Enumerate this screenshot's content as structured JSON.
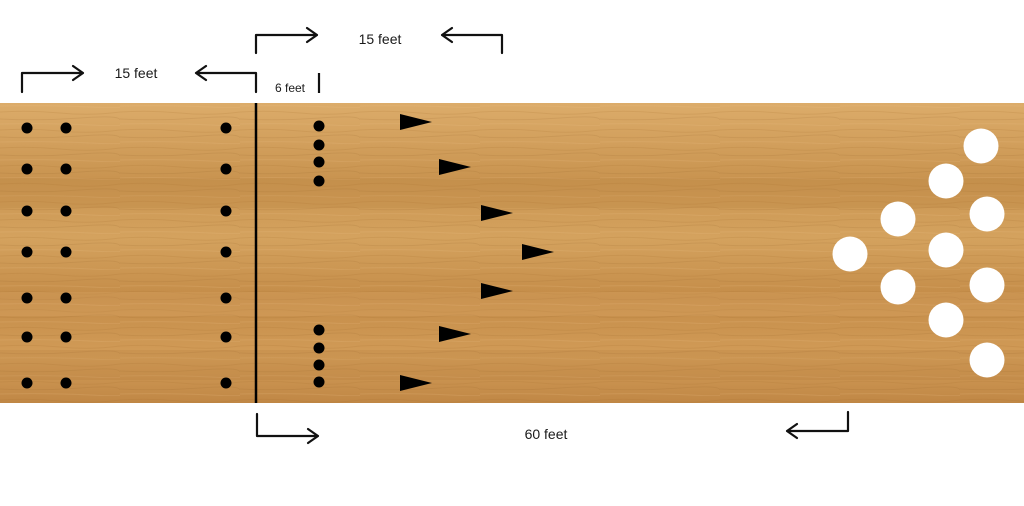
{
  "labels": {
    "approach_length": "15 feet",
    "arrows_distance": "15 feet",
    "dots_distance": "6 feet",
    "lane_length": "60 feet"
  },
  "colors": {
    "wood_light": "#d9a864",
    "wood_mid": "#c9924a",
    "wood_dark": "#b98442",
    "marks": "#000000",
    "pins": "#ffffff",
    "background": "#ffffff"
  },
  "elements": {
    "approach_dots_rows": 7,
    "approach_dots_columns": 3,
    "lane_dot_groups": 2,
    "dots_per_group": 4,
    "target_arrows": 7,
    "pins": 10
  }
}
